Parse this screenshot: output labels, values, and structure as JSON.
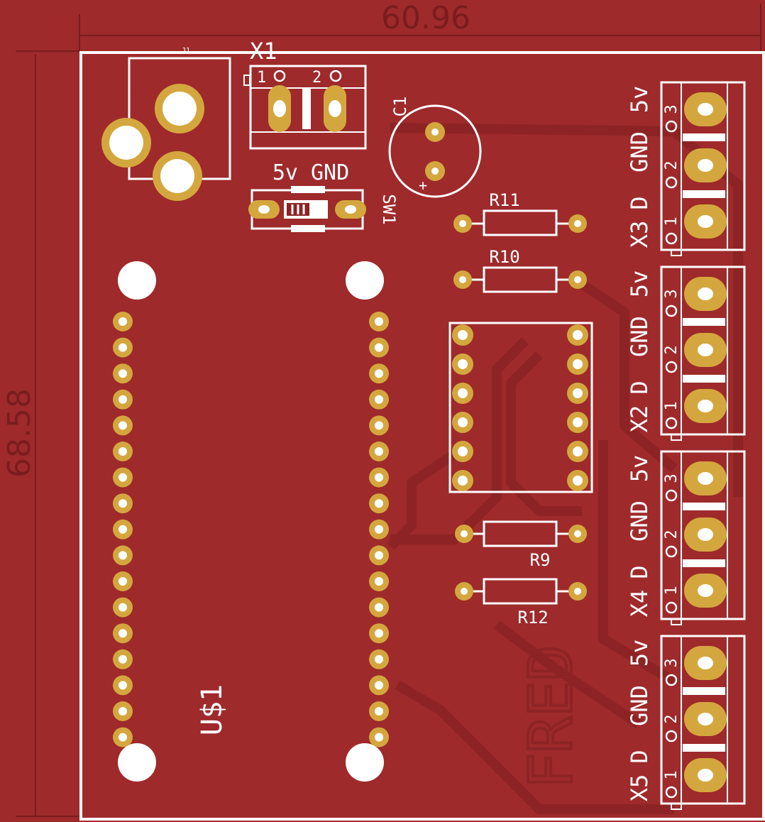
{
  "dimensions": {
    "width_label": "60.96",
    "height_label": "68.58"
  },
  "colors": {
    "board": "#9e2a2b",
    "copper_trace": "#8d2324",
    "pad": "#d4a73e",
    "silk": "#ffffff",
    "dim_text": "#7a1c1d"
  },
  "labels": {
    "x1": "X1",
    "x1_pin1": "1",
    "x1_pin2": "2",
    "c1": "C1",
    "c1_plus": "+",
    "sw_label": "5v GND",
    "sw1": "SW1",
    "r11": "R11",
    "r10": "R10",
    "r9": "R9",
    "r12": "R12",
    "u1": "U$1",
    "fred": "FRED",
    "j1": "J1"
  },
  "connectors": [
    {
      "name": "X3",
      "top": "5v",
      "mid": "GND",
      "bot": "D",
      "p3": "3",
      "p2": "2",
      "p1": "1"
    },
    {
      "name": "X2",
      "top": "5v",
      "mid": "GND",
      "bot": "D",
      "p3": "3",
      "p2": "2",
      "p1": "1"
    },
    {
      "name": "X4",
      "top": "5v",
      "mid": "GND",
      "bot": "D",
      "p3": "3",
      "p2": "2",
      "p1": "1"
    },
    {
      "name": "X5",
      "top": "5v",
      "mid": "GND",
      "bot": "D",
      "p3": "3",
      "p2": "2",
      "p1": "1"
    }
  ]
}
